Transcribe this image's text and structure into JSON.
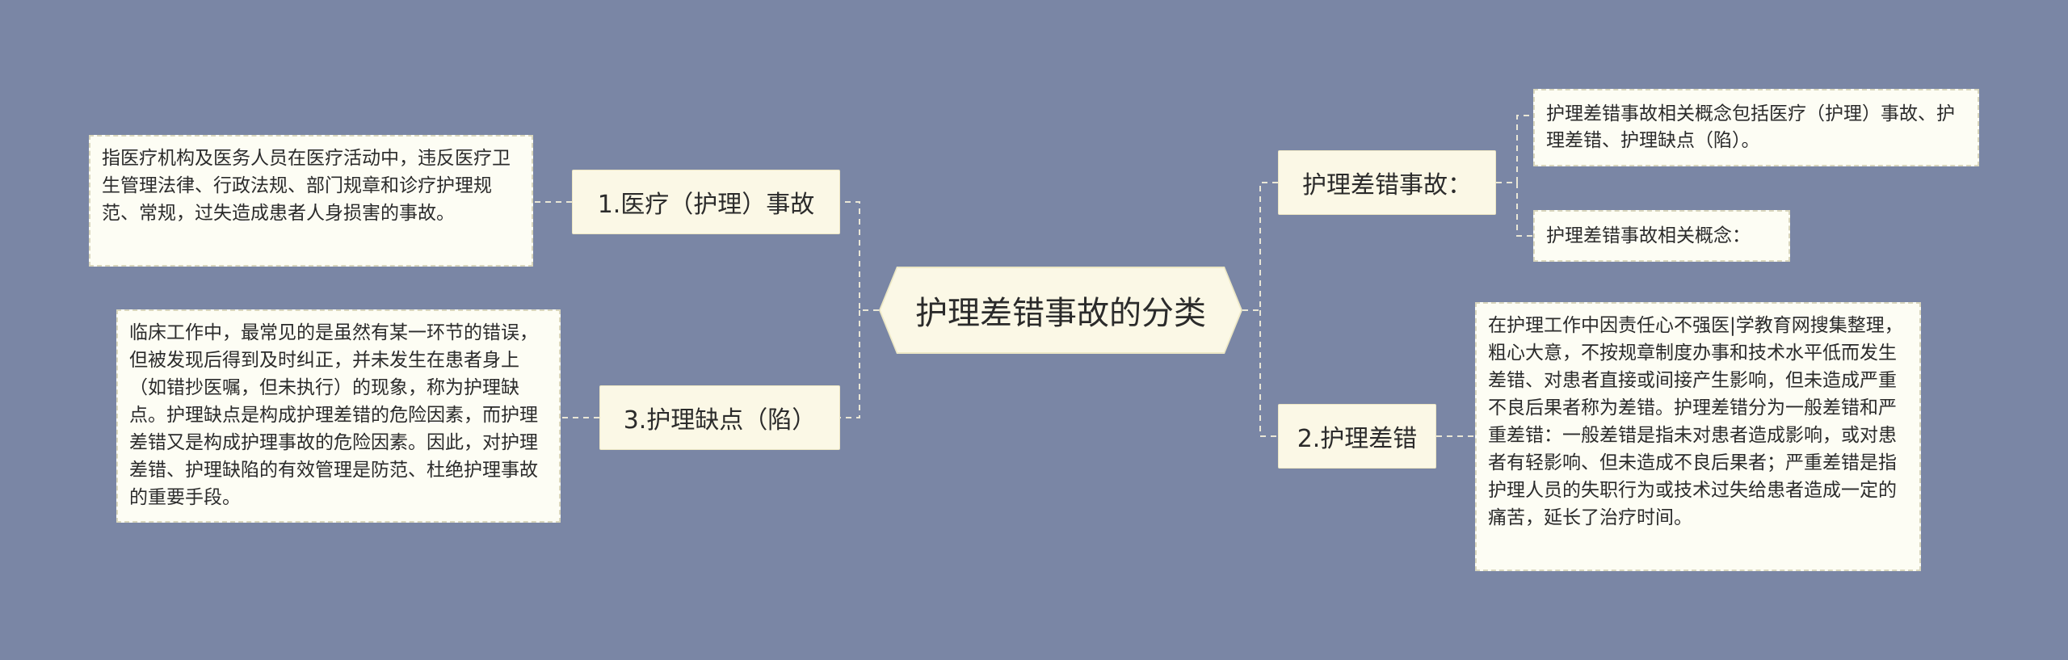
{
  "center": {
    "title": "护理差错事故的分类"
  },
  "branches": {
    "accident": {
      "label": "1.医疗（护理）事故",
      "detail": "指医疗机构及医务人员在医疗活动中，违反医疗卫生管理法律、行政法规、部门规章和诊疗护理规范、常规，过失造成患者人身损害的事故。"
    },
    "defect": {
      "label": "3.护理缺点（陷）",
      "detail": "临床工作中，最常见的是虽然有某一环节的错误，但被发现后得到及时纠正，并未发生在患者身上（如错抄医嘱，但未执行）的现象，称为护理缺点。护理缺点是构成护理差错的危险因素，而护理差错又是构成护理事故的危险因素。因此，对护理差错、护理缺陷的有效管理是防范、杜绝护理事故的重要手段。"
    },
    "concepts": {
      "label": "护理差错事故：",
      "detail_1": "护理差错事故相关概念包括医疗（护理）事故、护理差错、护理缺点（陷）。",
      "detail_2": "护理差错事故相关概念："
    },
    "error": {
      "label": "2.护理差错",
      "detail": "在护理工作中因责任心不强医|学教育网搜集整理，粗心大意，不按规章制度办事和技术水平低而发生差错、对患者直接或间接产生影响，但未造成严重不良后果者称为差错。护理差错分为一般差错和严重差错：一般差错是指未对患者造成影响，或对患者有轻影响、但未造成不良后果者；严重差错是指护理人员的失职行为或技术过失给患者造成一定的痛苦，延长了治疗时间。"
    }
  }
}
